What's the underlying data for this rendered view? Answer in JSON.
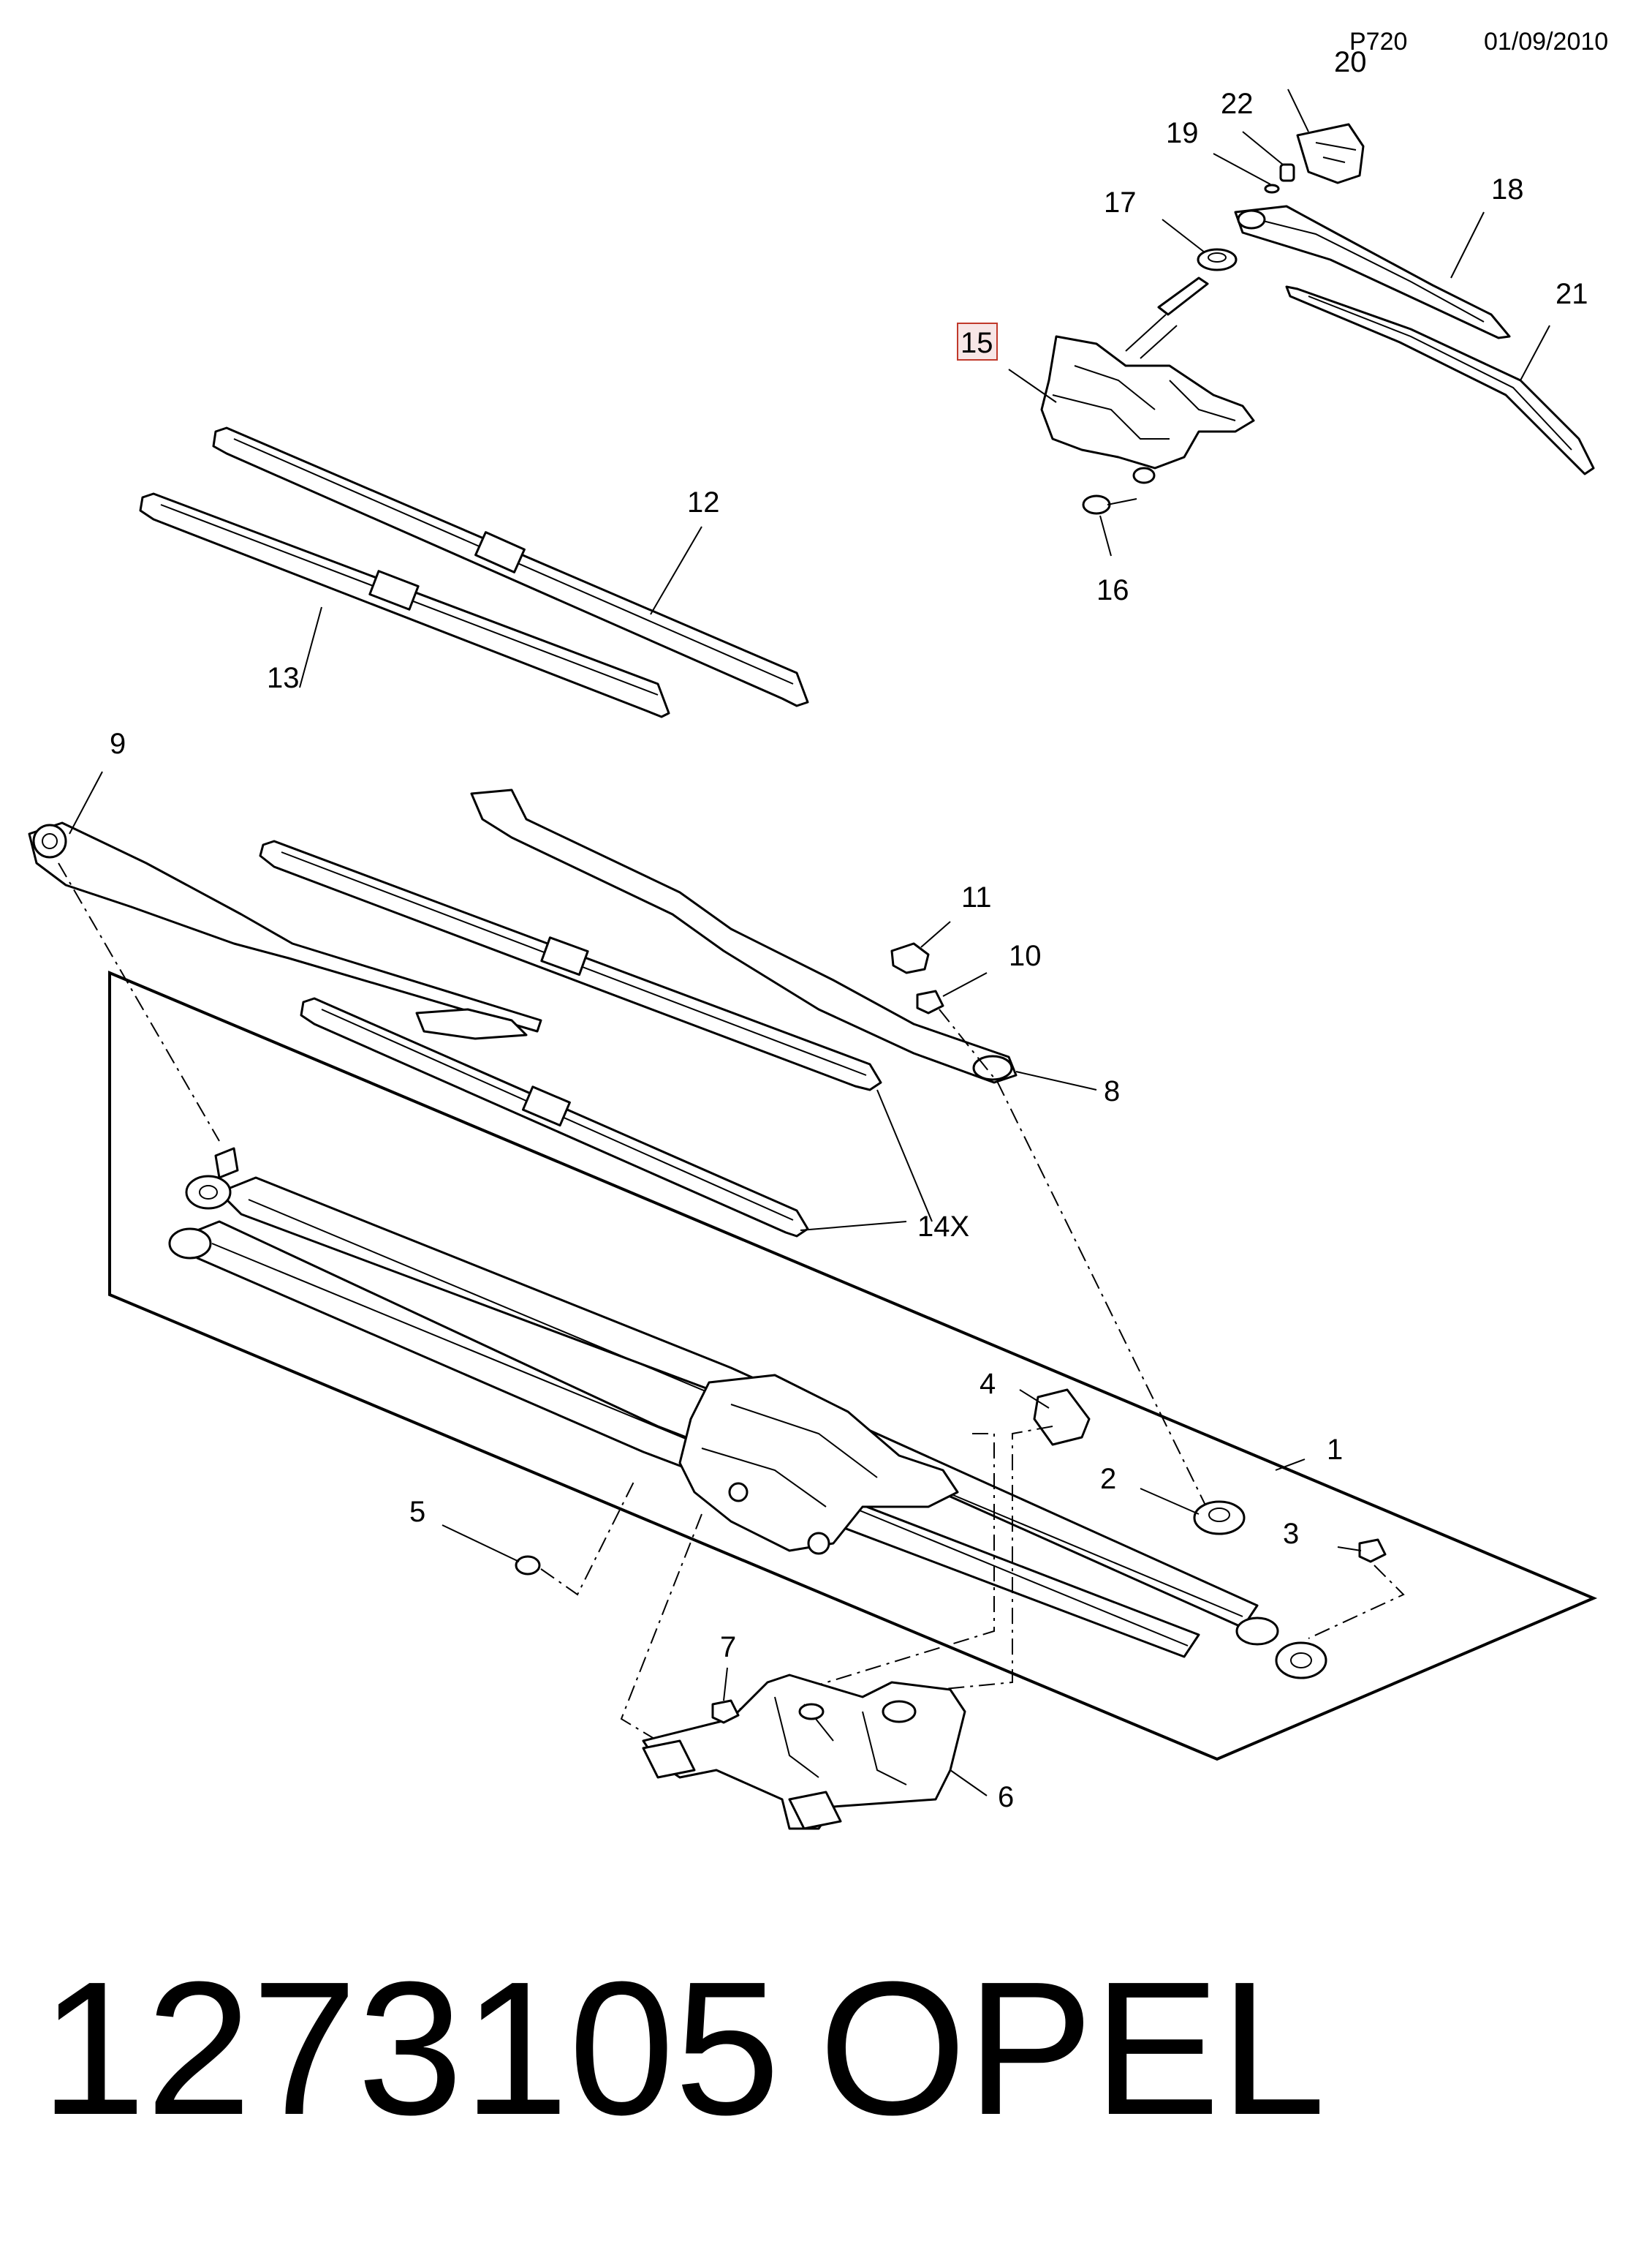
{
  "header": {
    "code": "P720",
    "date": "01/09/2010"
  },
  "callouts": [
    {
      "id": "1",
      "label": "1"
    },
    {
      "id": "2",
      "label": "2"
    },
    {
      "id": "3",
      "label": "3"
    },
    {
      "id": "4",
      "label": "4"
    },
    {
      "id": "5",
      "label": "5"
    },
    {
      "id": "6",
      "label": "6"
    },
    {
      "id": "7",
      "label": "7"
    },
    {
      "id": "8",
      "label": "8"
    },
    {
      "id": "9",
      "label": "9"
    },
    {
      "id": "10",
      "label": "10"
    },
    {
      "id": "11",
      "label": "11"
    },
    {
      "id": "12",
      "label": "12"
    },
    {
      "id": "13",
      "label": "13"
    },
    {
      "id": "14x",
      "label": "14X"
    },
    {
      "id": "15",
      "label": "15",
      "highlighted": true
    },
    {
      "id": "16",
      "label": "16"
    },
    {
      "id": "17",
      "label": "17"
    },
    {
      "id": "18",
      "label": "18"
    },
    {
      "id": "19",
      "label": "19"
    },
    {
      "id": "20",
      "label": "20"
    },
    {
      "id": "21",
      "label": "21"
    },
    {
      "id": "22",
      "label": "22"
    }
  ],
  "footer": {
    "part_number": "1273105",
    "brand": "OPEL"
  },
  "colors": {
    "highlight_border": "#c0392b",
    "highlight_fill": "#f7e6e6",
    "ink": "#000000"
  }
}
